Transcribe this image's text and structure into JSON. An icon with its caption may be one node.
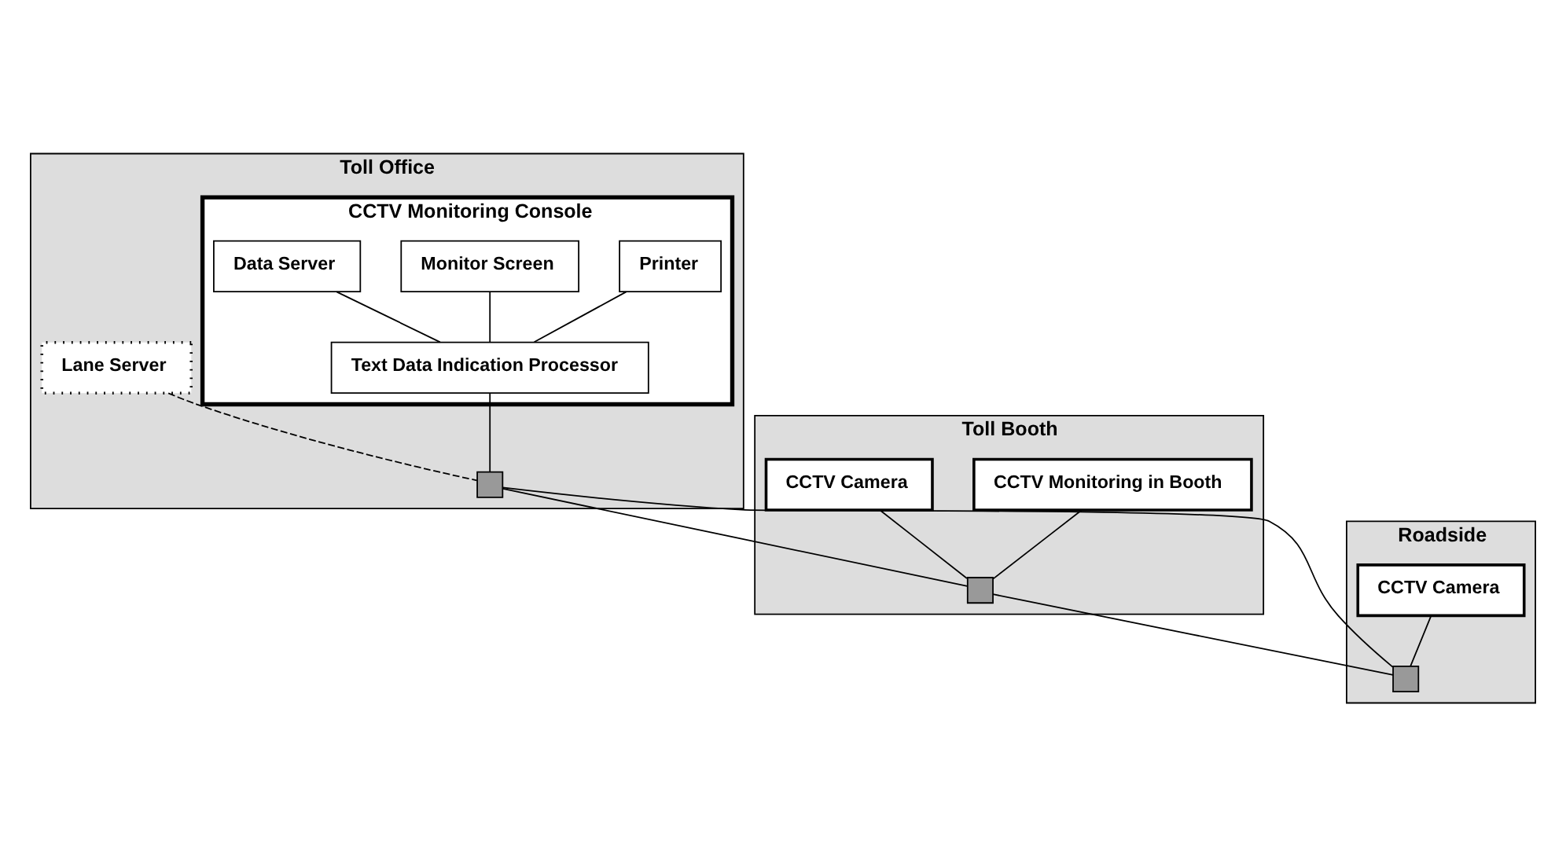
{
  "diagram": {
    "nodes": [
      {
        "text": [
          "Toll Office"
        ]
      },
      {
        "text": [
          "CCTV Monitoring Console"
        ],
        "in": 0
      },
      {
        "text": [
          "Printer"
        ],
        "in": 1
      },
      {
        "text": [
          "Monitor Screen"
        ],
        "in": 1
      },
      {
        "text": [
          "Data Server"
        ],
        "in": 1
      },
      {
        "text": [
          "Text Data Indication Processor"
        ],
        "in": 1
      },
      {
        "text": [
          "Lane Server"
        ],
        "in": 0
      },
      {
        "text": [
          "Toll Booth"
        ]
      },
      {
        "text": [
          "CCTV Monitoring in Booth"
        ],
        "in": 7
      },
      {
        "text": [
          "CCTV Camera"
        ],
        "in": 7
      },
      {
        "text": [
          "Roadside"
        ]
      },
      {
        "text": [
          "CCTV Camera"
        ],
        "in": 10
      },
      {
        "text": [],
        "shape": "box",
        "in": 0
      },
      {
        "text": [],
        "shape": "box",
        "in": 7
      },
      {
        "text": [],
        "shape": "box",
        "in": 10
      }
    ],
    "edges": [
      {
        "from": 2,
        "to": 5,
        "arrow": "none"
      },
      {
        "from": 3,
        "to": 5,
        "arrow": "none"
      },
      {
        "from": 4,
        "to": 5,
        "arrow": "none"
      },
      {
        "from": 5,
        "to": 12,
        "arrow": "none"
      },
      {
        "from": 6,
        "to": 12,
        "arrow": "none",
        "style": "dashed"
      },
      {
        "from": 12,
        "to": 13,
        "arrow": "none"
      },
      {
        "from": 13,
        "to": 14,
        "arrow": "none"
      },
      {
        "from": 14,
        "to": 12,
        "arrow": "none"
      },
      {
        "from": 8,
        "to": 13,
        "arrow": "none"
      },
      {
        "from": 9,
        "to": 13,
        "arrow": "none"
      },
      {
        "from": 11,
        "to": 14,
        "arrow": "none"
      }
    ]
  }
}
